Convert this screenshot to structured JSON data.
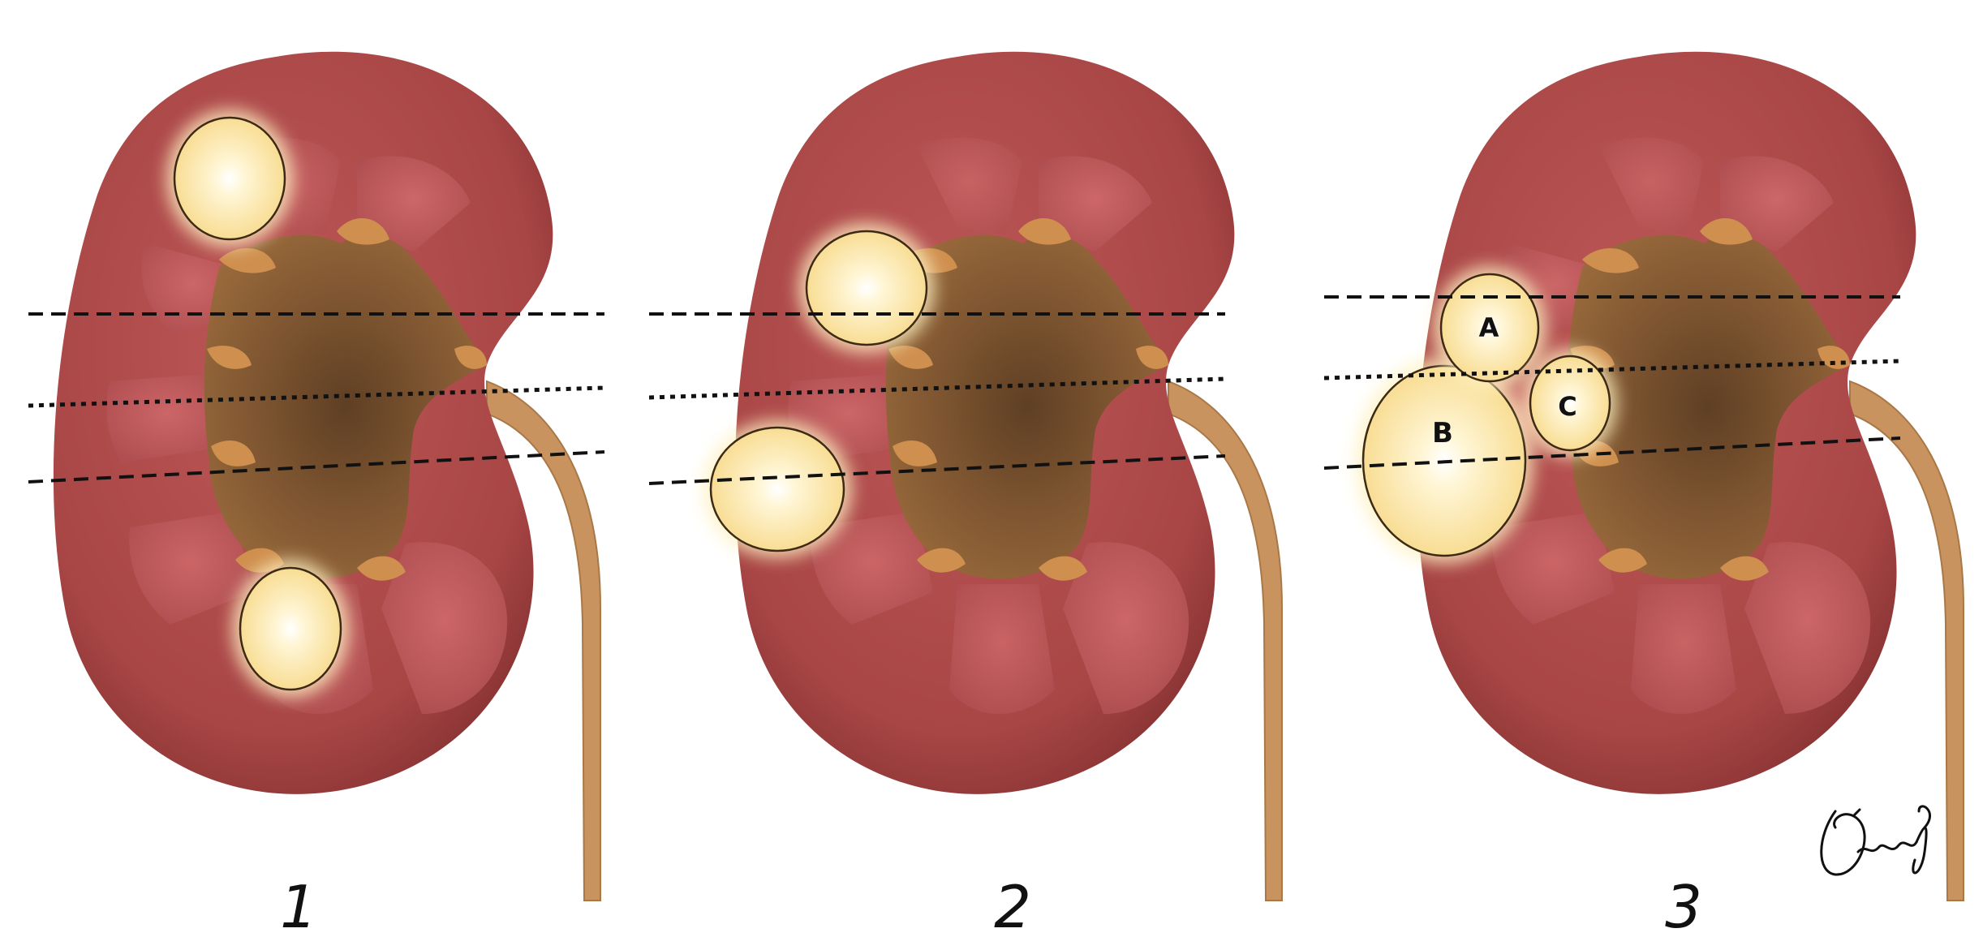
{
  "panels": [
    {
      "label": "1",
      "lesions": []
    },
    {
      "label": "2",
      "lesions": []
    },
    {
      "label": "3",
      "lesions": [
        "A",
        "B",
        "C"
      ]
    }
  ],
  "colors": {
    "cortex": "#b24d4d",
    "cortex_dark": "#8e3838",
    "pyramid": "#c25a5e",
    "sinus": "#7a5636",
    "ureter": "#c89468",
    "cyst_fill": "#fce7a0",
    "cyst_center": "#ffffff",
    "cyst_outline": "#3d2a14",
    "dashed_line": "#111111"
  },
  "icons": {
    "signature": "artist-signature"
  }
}
